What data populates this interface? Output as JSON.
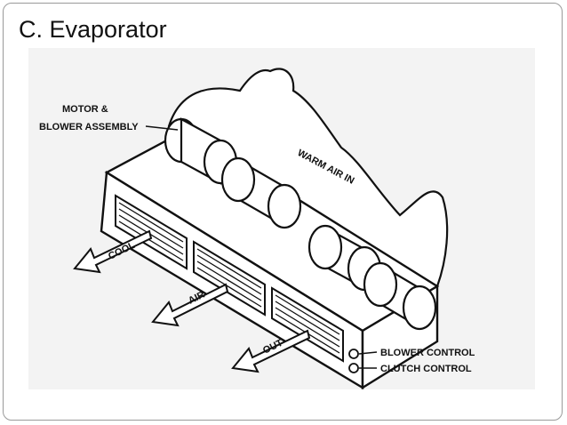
{
  "slide": {
    "title": "C. Evaporator"
  },
  "diagram": {
    "labels": {
      "motor_line1": "MOTOR &",
      "motor_line2": "BLOWER ASSEMBLY",
      "warm_air": "WARM AIR IN",
      "cool": "COOL",
      "air": "AIR",
      "out": "OUT",
      "blower_control": "BLOWER CONTROL",
      "clutch_control": "CLUTCH CONTROL"
    }
  }
}
